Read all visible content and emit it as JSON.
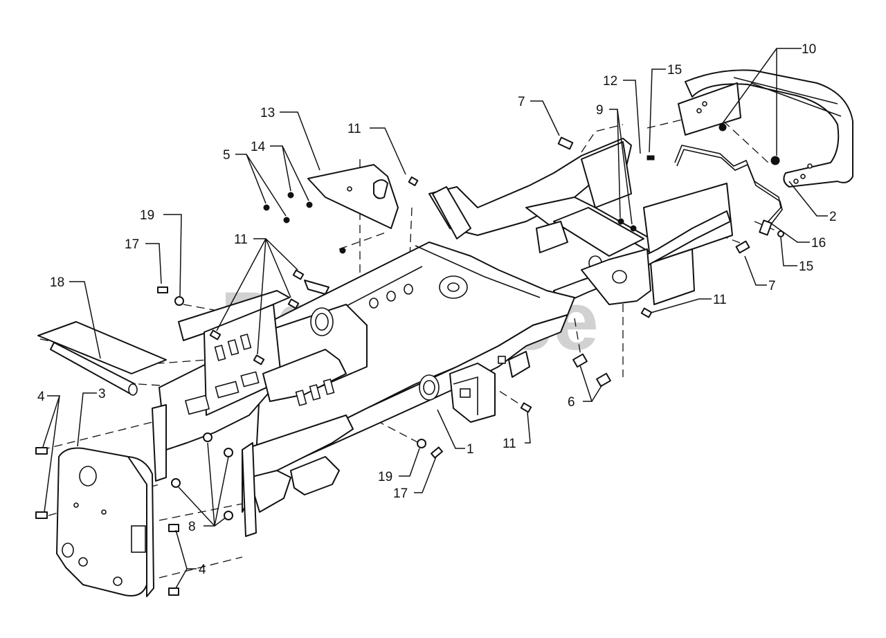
{
  "watermark": "PartsTree",
  "callouts": [
    {
      "id": "c10",
      "text": "10"
    },
    {
      "id": "c15a",
      "text": "15"
    },
    {
      "id": "c12",
      "text": "12"
    },
    {
      "id": "c13",
      "text": "13"
    },
    {
      "id": "c7a",
      "text": "7"
    },
    {
      "id": "c9",
      "text": "9"
    },
    {
      "id": "c14",
      "text": "14"
    },
    {
      "id": "c5",
      "text": "5"
    },
    {
      "id": "c11a",
      "text": "11"
    },
    {
      "id": "c2",
      "text": "2"
    },
    {
      "id": "c19a",
      "text": "19"
    },
    {
      "id": "c16",
      "text": "16"
    },
    {
      "id": "c17a",
      "text": "17"
    },
    {
      "id": "c11b",
      "text": "11"
    },
    {
      "id": "c15b",
      "text": "15"
    },
    {
      "id": "c18",
      "text": "18"
    },
    {
      "id": "c7b",
      "text": "7"
    },
    {
      "id": "c11c",
      "text": "11"
    },
    {
      "id": "c4a",
      "text": "4"
    },
    {
      "id": "c3",
      "text": "3"
    },
    {
      "id": "c6",
      "text": "6"
    },
    {
      "id": "c1",
      "text": "1"
    },
    {
      "id": "c11d",
      "text": "11"
    },
    {
      "id": "c19b",
      "text": "19"
    },
    {
      "id": "c8",
      "text": "8"
    },
    {
      "id": "c17b",
      "text": "17"
    },
    {
      "id": "c4b",
      "text": "4"
    }
  ]
}
